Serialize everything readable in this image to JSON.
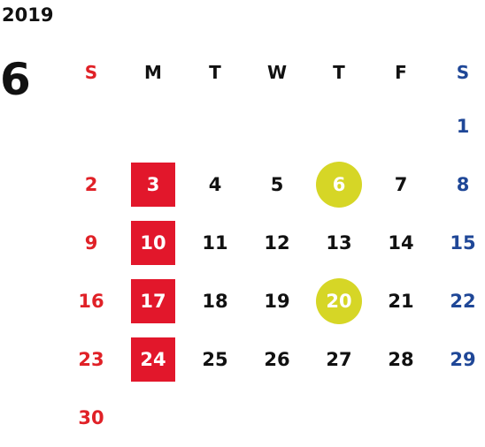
{
  "year": "2019",
  "month": "6",
  "weekdays": [
    "S",
    "M",
    "T",
    "W",
    "T",
    "F",
    "S"
  ],
  "weeks": [
    [
      "",
      "",
      "",
      "",
      "",
      "",
      "1"
    ],
    [
      "2",
      "3",
      "4",
      "5",
      "6",
      "7",
      "8"
    ],
    [
      "9",
      "10",
      "11",
      "12",
      "13",
      "14",
      "15"
    ],
    [
      "16",
      "17",
      "18",
      "19",
      "20",
      "21",
      "22"
    ],
    [
      "23",
      "24",
      "25",
      "26",
      "27",
      "28",
      "29"
    ],
    [
      "30",
      "",
      "",
      "",
      "",
      "",
      ""
    ]
  ],
  "highlighted_holidays": [
    "3",
    "10",
    "17",
    "24"
  ],
  "highlighted_events": [
    "6",
    "20"
  ],
  "colors": {
    "sunday": "#e02127",
    "saturday": "#1f4797",
    "weekday": "#111111",
    "holiday_bg": "#e2172b",
    "event_bg": "#d6d626"
  }
}
